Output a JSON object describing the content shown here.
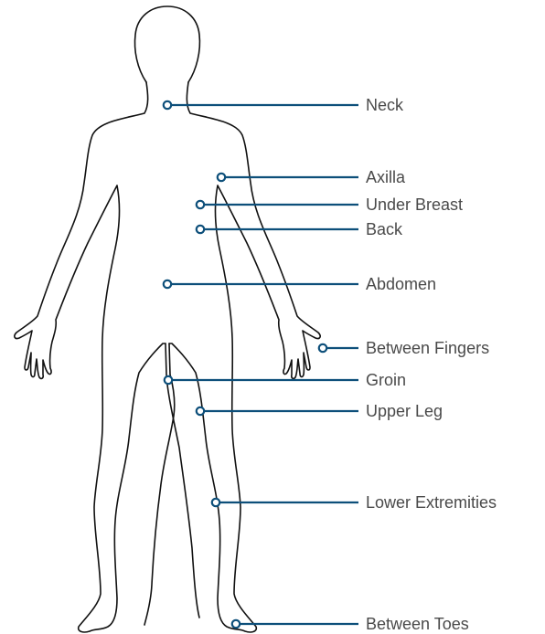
{
  "diagram": {
    "line_color": "#0d4f7a",
    "label_color": "#4a4a4a",
    "outline_color": "#111111",
    "labels": {
      "neck": "Neck",
      "axilla": "Axilla",
      "under_breast": "Under Breast",
      "back": "Back",
      "abdomen": "Abdomen",
      "between_fingers": "Between Fingers",
      "groin": "Groin",
      "upper_leg": "Upper Leg",
      "lower_extremities": "Lower Extremities",
      "between_toes": "Between Toes"
    }
  }
}
